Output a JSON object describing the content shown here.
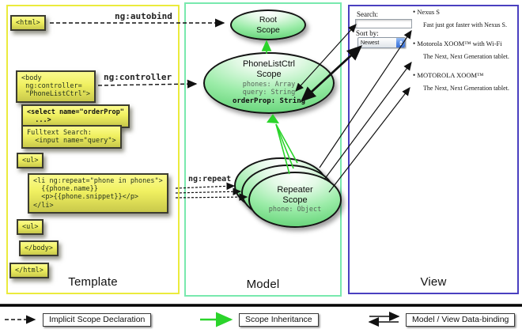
{
  "colors": {
    "template_border": "#ebeb3d",
    "model_border": "#79e9ae",
    "view_border": "#4a3fc0",
    "code_box_fill_top": "#fbfb8e",
    "code_box_fill_bottom": "#c9c94b",
    "scope_fill_green": "#8ce89a",
    "inheritance_arrow_green": "#2bd42b",
    "arrow_black": "#111111",
    "select_stepper_blue": "#5a8fe8"
  },
  "sections": {
    "template_label": "Template",
    "model_label": "Model",
    "view_label": "View"
  },
  "template": {
    "labels": {
      "autobind": "ng:autobind",
      "controller": "ng:controller",
      "repeat": "ng:repeat"
    },
    "boxes": [
      {
        "text": "<html>"
      },
      {
        "text": "<body\n ng:controller=\n \"PhoneListCtrl\">"
      },
      {
        "text": "<select name=\"orderProp\"\n  ...>"
      },
      {
        "text": "Fulltext Search:\n  <input name=\"query\">"
      },
      {
        "text": "<ul>"
      },
      {
        "text": "<li ng:repeat=\"phone in phones\">\n  {{phone.name}}\n  <p>{{phone.snippet}}</p>\n</li>"
      },
      {
        "text": "<ul>"
      },
      {
        "text": "</body>"
      },
      {
        "text": "</html>"
      }
    ]
  },
  "model": {
    "root_scope": {
      "title": "Root\nScope"
    },
    "phonelist_scope": {
      "title": "PhoneListCtrl\nScope",
      "props": "phones: Array\nquery: String",
      "bold_prop": "orderProp: String"
    },
    "repeater_scope": {
      "title": "Repeater\nScope",
      "prop": "phone: Object"
    }
  },
  "view": {
    "search_label": "Search:",
    "search_value": "",
    "sort_label": "Sort by:",
    "sort_value": "Newest",
    "products": [
      {
        "name": "Nexus S",
        "desc": "Fast just got faster with Nexus S."
      },
      {
        "name": "Motorola XOOM™ with Wi-Fi",
        "desc": "The Next, Next Generation tablet."
      },
      {
        "name": "MOTOROLA XOOM™",
        "desc": "The Next, Next Generation tablet."
      }
    ]
  },
  "legend": {
    "implicit": "Implicit Scope Declaration",
    "inheritance": "Scope Inheritance",
    "databinding": "Model / View Data-binding"
  }
}
